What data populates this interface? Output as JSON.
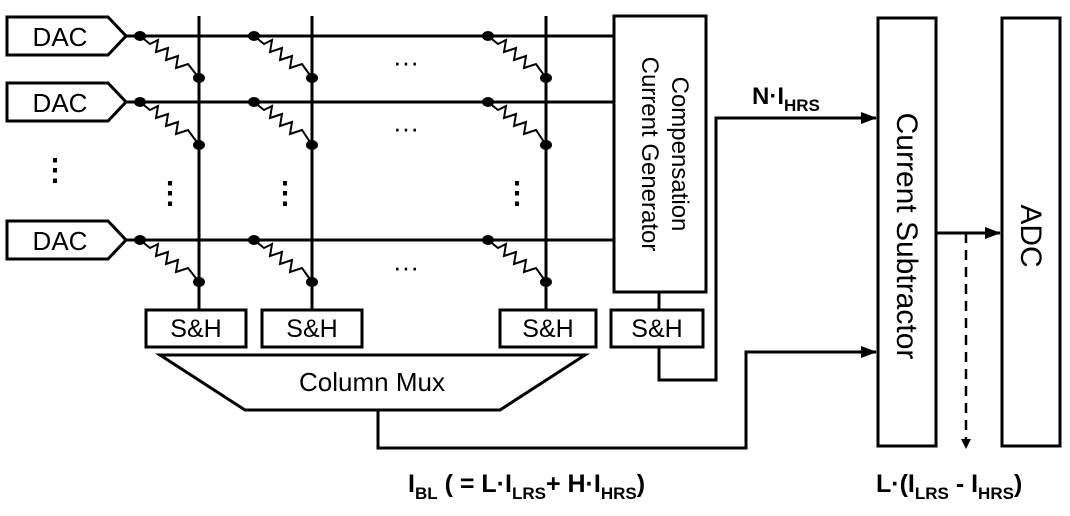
{
  "dac_blocks": [
    "DAC",
    "DAC",
    "DAC"
  ],
  "row_ellipsis": "⋮",
  "col_ellipsis": "⋮",
  "mid_ellipsis": "···",
  "sh_blocks": [
    "S&H",
    "S&H",
    "S&H",
    "S&H"
  ],
  "column_mux": "Column Mux",
  "compensation": {
    "line1": "Compensation",
    "line2": "Current Generator"
  },
  "subtractor": "Current Subtractor",
  "adc": "ADC",
  "label_n": {
    "main": "N·I",
    "sub": "HRS"
  },
  "label_bl": {
    "i": "I",
    "bl": "BL",
    "mid": " ( = L·I",
    "lrs": "LRS",
    "plus": "+ H·I",
    "hrs": "HRS",
    "close": ")"
  },
  "label_out": {
    "pre": "L·(I",
    "lrs": "LRS",
    "minus": " - I",
    "hrs": "HRS",
    "close": ")"
  }
}
